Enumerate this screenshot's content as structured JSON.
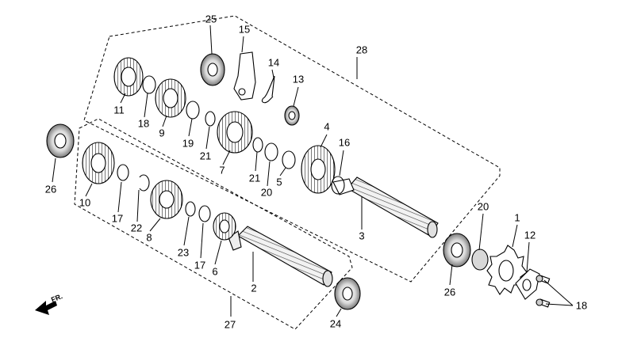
{
  "direction_label": "FR.",
  "callouts": [
    {
      "id": "1",
      "text": "1"
    },
    {
      "id": "2",
      "text": "2"
    },
    {
      "id": "3",
      "text": "3"
    },
    {
      "id": "4",
      "text": "4"
    },
    {
      "id": "5",
      "text": "5"
    },
    {
      "id": "6",
      "text": "6"
    },
    {
      "id": "7",
      "text": "7"
    },
    {
      "id": "8",
      "text": "8"
    },
    {
      "id": "9",
      "text": "9"
    },
    {
      "id": "10",
      "text": "10"
    },
    {
      "id": "11",
      "text": "11"
    },
    {
      "id": "12",
      "text": "12"
    },
    {
      "id": "13",
      "text": "13"
    },
    {
      "id": "14",
      "text": "14"
    },
    {
      "id": "15",
      "text": "15"
    },
    {
      "id": "16",
      "text": "16"
    },
    {
      "id": "17a",
      "text": "17"
    },
    {
      "id": "17b",
      "text": "17"
    },
    {
      "id": "18a",
      "text": "18"
    },
    {
      "id": "18b",
      "text": "18"
    },
    {
      "id": "19",
      "text": "19"
    },
    {
      "id": "20a",
      "text": "20"
    },
    {
      "id": "20b",
      "text": "20"
    },
    {
      "id": "21a",
      "text": "21"
    },
    {
      "id": "21b",
      "text": "21"
    },
    {
      "id": "22",
      "text": "22"
    },
    {
      "id": "23",
      "text": "23"
    },
    {
      "id": "24",
      "text": "24"
    },
    {
      "id": "25",
      "text": "25"
    },
    {
      "id": "26a",
      "text": "26"
    },
    {
      "id": "26b",
      "text": "26"
    },
    {
      "id": "27",
      "text": "27"
    },
    {
      "id": "28",
      "text": "28"
    }
  ]
}
